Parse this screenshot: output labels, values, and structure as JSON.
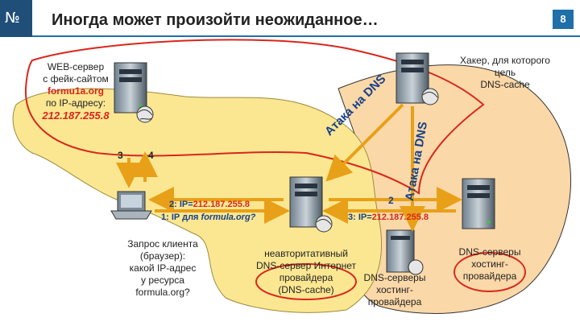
{
  "header": {
    "logo_text": "№",
    "title": "Иногда может произойти неожиданное…",
    "page_number": "8"
  },
  "web_server": {
    "line1": "WEB-сервер",
    "line2": "с фейк-сайтом",
    "site": "formu1a.org",
    "line3": "по IP-адресу:",
    "ip": "212.187.255.8"
  },
  "hacker": {
    "line1": "Хакер, для которого",
    "line2": "цель",
    "line3": "DNS-cache"
  },
  "attack": {
    "label1": "Атака на DNS",
    "label2": "Атака на DNS"
  },
  "arrows": {
    "num3": "3",
    "num4": "4",
    "step2_prefix": "2: IP=",
    "step2_ip": "212.187.255.8",
    "step1_prefix": "1: IP для ",
    "step1_site": "formula.org?",
    "step2b": "2",
    "step3_prefix": "3: IP=",
    "step3_ip": "212.187.255.8"
  },
  "client": {
    "line1": "Запрос клиента",
    "line2": "(браузер):",
    "line3": "какой IP-адрес",
    "line4": "у ресурса",
    "line5": "formula.org?"
  },
  "nonauth": {
    "line1": "неавторитативный",
    "line2": "DNS-сервер Интернет",
    "line3": "провайдера",
    "line4": "(DNS-cache)"
  },
  "dns_hosting_mid": {
    "line1": "DNS-серверы",
    "line2": "хостинг-",
    "line3": "провайдера"
  },
  "dns_hosting_right": {
    "line1": "DNS-серверы",
    "line2": "хостинг-",
    "line3": "провайдера"
  },
  "colors": {
    "map_fill": "#fbe792",
    "red_outline": "#d9261c",
    "peach_zone": "#fbd8a8",
    "arrow_orange": "#e8a018",
    "accent_blue": "#1f6fa8"
  }
}
